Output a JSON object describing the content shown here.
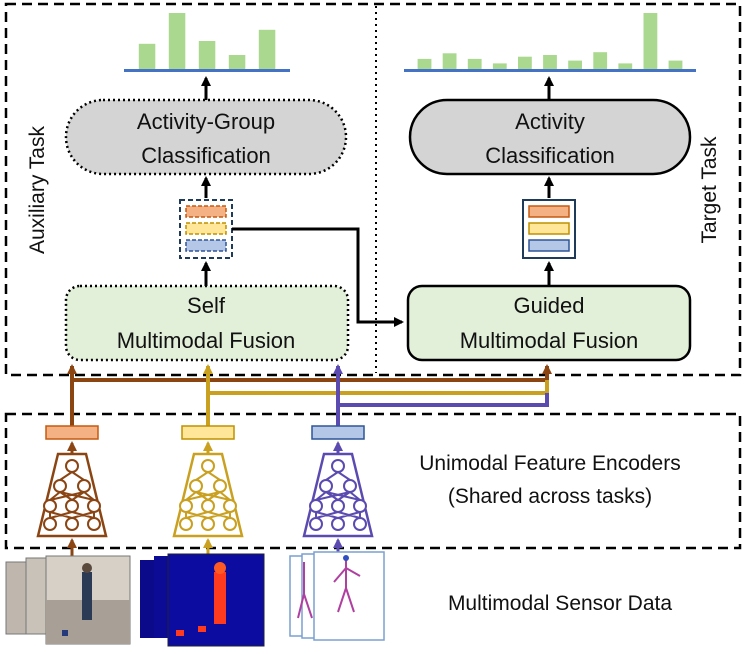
{
  "tasks": {
    "auxiliary": {
      "side_label": "Auxiliary Task",
      "classifier_line1": "Activity-Group",
      "classifier_line2": "Classification",
      "fusion_line1": "Self",
      "fusion_line2": "Multimodal Fusion",
      "histogram": [
        0.45,
        1.0,
        0.5,
        0.25,
        0.7
      ]
    },
    "target": {
      "side_label": "Target Task",
      "classifier_line1": "Activity",
      "classifier_line2": "Classification",
      "fusion_line1": "Guided",
      "fusion_line2": "Multimodal Fusion",
      "histogram": [
        0.18,
        0.28,
        0.18,
        0.1,
        0.22,
        0.25,
        0.15,
        0.3,
        0.1,
        1.0,
        0.15
      ]
    }
  },
  "encoders": {
    "line1": "Unimodal Feature Encoders",
    "line2": "(Shared across tasks)"
  },
  "sensor_data": {
    "label": "Multimodal Sensor Data"
  },
  "colors": {
    "rgb_modality": "#8b4513",
    "depth_modality": "#c9a020",
    "skeleton_modality": "#5b4bb0",
    "histogram_bar": "#a9d88e",
    "histogram_axis": "#4472c4",
    "classifier_fill": "#d4d4d4",
    "fusion_fill": "#e2efd9"
  }
}
